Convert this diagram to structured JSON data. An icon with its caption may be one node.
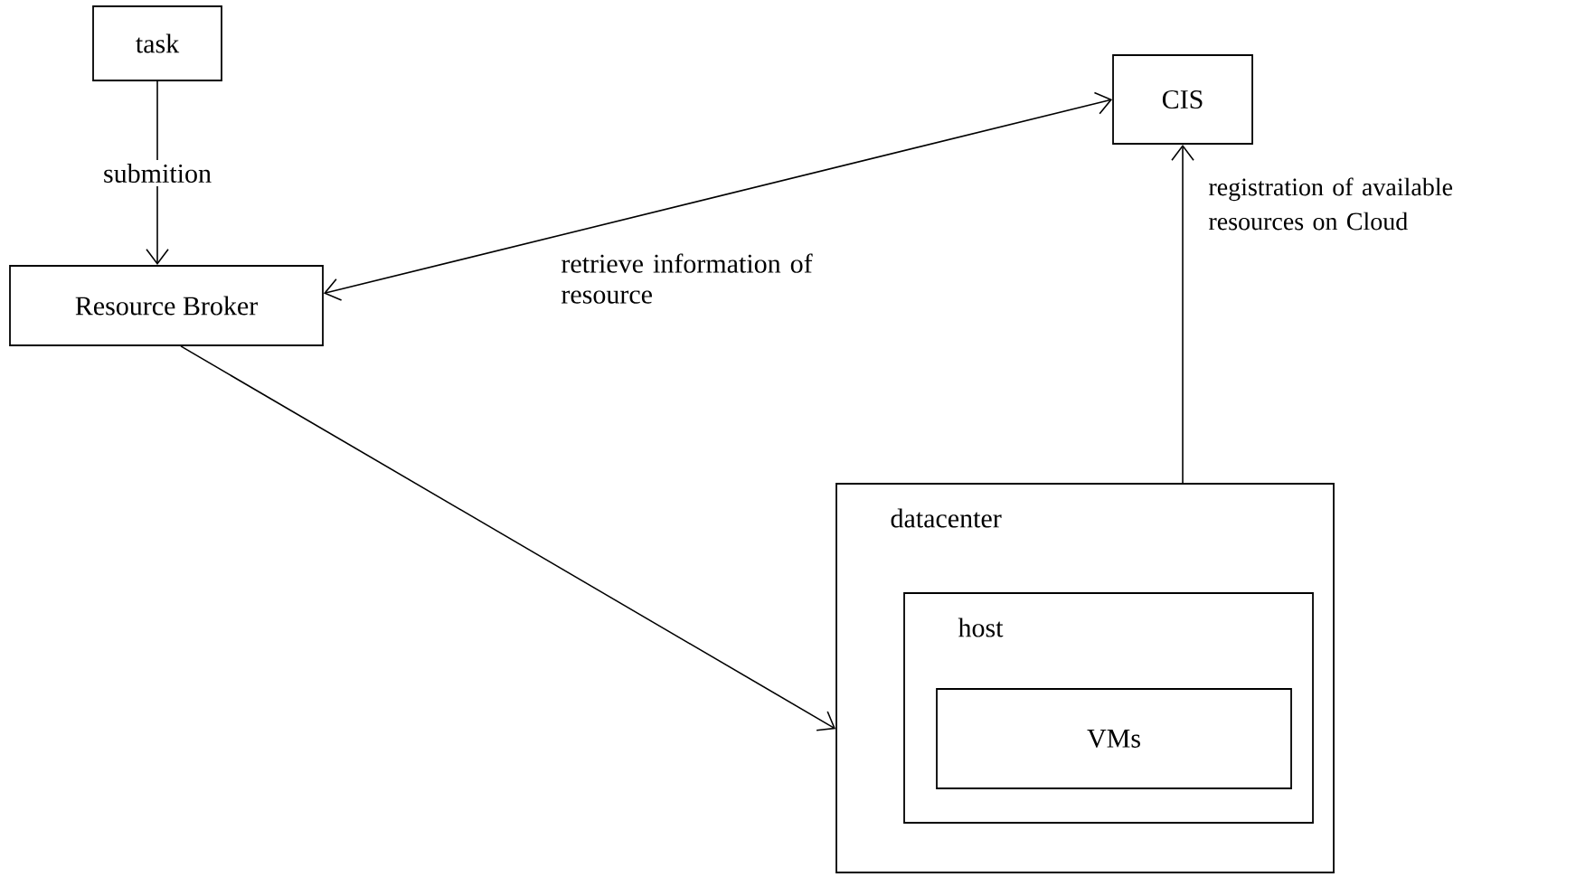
{
  "diagram": {
    "nodes": [
      {
        "text": [
          "task"
        ]
      },
      {
        "text": [
          "Resource Broker"
        ]
      },
      {
        "text": [
          "CIS"
        ]
      },
      {
        "text": [
          "datacenter"
        ]
      },
      {
        "text": [
          "host"
        ],
        "in": 3
      },
      {
        "text": [
          "VMs"
        ],
        "in": 4
      }
    ],
    "edges": [
      {
        "from": 0,
        "to": 1,
        "arrow": "to",
        "label": "submition"
      },
      {
        "from": 1,
        "to": 2,
        "arrow": "both",
        "label": "retrieve information of resource"
      },
      {
        "from": 1,
        "to": 3,
        "arrow": "to"
      },
      {
        "from": 3,
        "to": 2,
        "arrow": "to",
        "label": "registration of available resources on Cloud"
      }
    ]
  }
}
